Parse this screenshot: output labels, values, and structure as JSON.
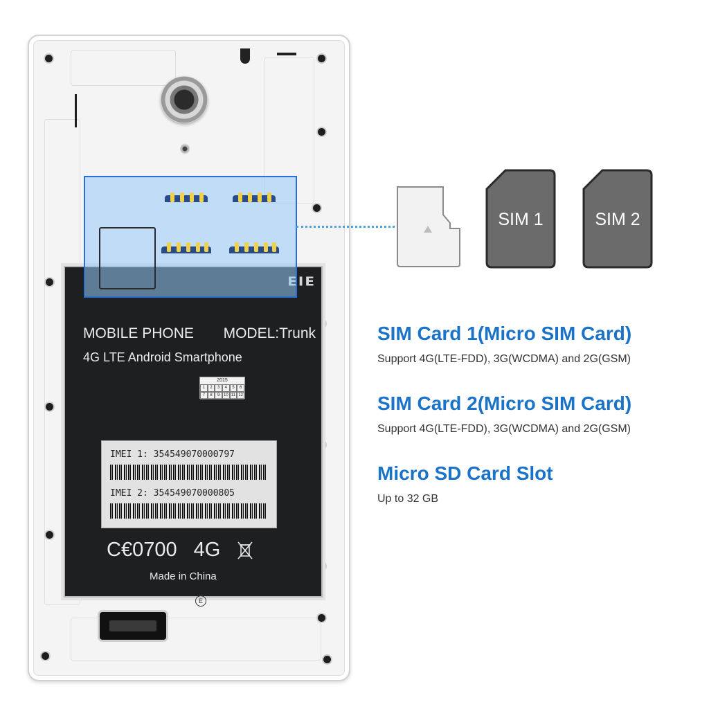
{
  "battery": {
    "brand": "EIE",
    "line1_left": "MOBILE PHONE",
    "line1_right": "MODEL:Trunk",
    "line2": "4G LTE Android Smartphone",
    "date_year": "2015",
    "date_cells_top": [
      "1",
      "2",
      "3",
      "4",
      "5",
      "6"
    ],
    "date_cells_bottom": [
      "7",
      "8",
      "9",
      "10",
      "11",
      "12"
    ],
    "imei1": "IMEI 1: 354549070000797",
    "imei2": "IMEI 2: 354549070000805",
    "ce_mark": "C€0700",
    "network": "4G",
    "made_in": "Made in China"
  },
  "phone": {
    "connector_mark": "E"
  },
  "cards": {
    "sim1_label": "SIM 1",
    "sim2_label": "SIM 2",
    "sim_color": "#6b6b6b",
    "sd_color": "#f2f2f2"
  },
  "info": [
    {
      "title": "SIM Card 1(Micro SIM Card)",
      "desc": "Support 4G(LTE-FDD), 3G(WCDMA) and 2G(GSM)"
    },
    {
      "title": "SIM Card 2(Micro SIM Card)",
      "desc": "Support 4G(LTE-FDD), 3G(WCDMA) and 2G(GSM)"
    },
    {
      "title": "Micro SD Card Slot",
      "desc": "Up to 32 GB"
    }
  ],
  "colors": {
    "title_blue": "#1a73c9",
    "highlight_border": "#2b6fd6",
    "connector_dots": "#4aa3e0"
  }
}
